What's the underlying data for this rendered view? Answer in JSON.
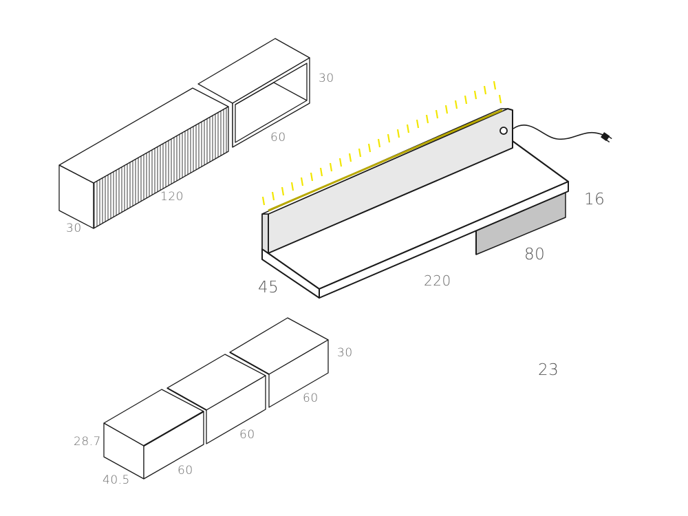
{
  "diagram": {
    "type": "furniture-dimension-sheet",
    "accent_color": "#f2e600",
    "panel_gray": "#e8e8e8",
    "drawer_gray": "#c4c4c4",
    "line_color": "#1a1a1a",
    "text_color": "#6a6a6a"
  },
  "wall_unit": {
    "height_right": "30",
    "open_module_width": "60",
    "fluted_module_width": "120",
    "depth": "30"
  },
  "desk": {
    "height": "16",
    "depth": "45",
    "width": "220",
    "drawer_width": "80",
    "features": [
      "led-strip",
      "power-cable",
      "back-panel",
      "hanging-drawer"
    ]
  },
  "drawer_units": {
    "height_right": "30",
    "module_width_right": "60",
    "module_width_middle": "60",
    "module_width_left": "60",
    "height_left": "28.7",
    "depth": "40.5"
  },
  "misc": {
    "page_number": "23"
  }
}
